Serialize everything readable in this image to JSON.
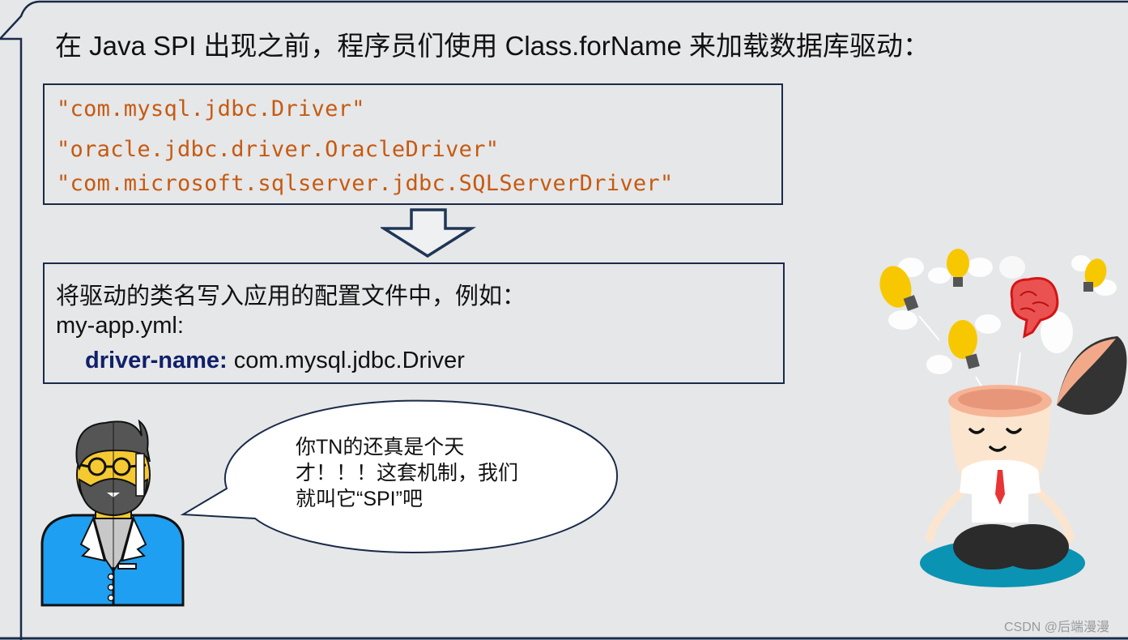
{
  "slide": {
    "title": "在 Java SPI 出现之前，程序员们使用 Class.forName 来加载数据库驱动：",
    "code_box": {
      "lines": [
        "\"com.mysql.jdbc.Driver\"",
        "\"oracle.jdbc.driver.OracleDriver\"",
        "\"com.microsoft.sqlserver.jdbc.SQLServerDriver\""
      ],
      "text_color": "#c65a12"
    },
    "arrow": "down-arrow-icon",
    "config_box": {
      "intro": "将驱动的类名写入应用的配置文件中，例如：",
      "filename": "my-app.yml:",
      "key": "driver-name:",
      "value": " com.mysql.jdbc.Driver",
      "key_color": "#10206a"
    },
    "speech_bubble": {
      "lines": [
        "你TN的还真是个天",
        "才！！！这套机制，我们",
        "就叫它“SPI”吧"
      ]
    },
    "illustrations": {
      "left": "bearded-man-with-glasses",
      "right": "meditating-man-open-head-lightbulbs-brain"
    },
    "watermark": "CSDN @后端漫漫"
  },
  "colors": {
    "background": "#e6e7e8",
    "border": "#1a2b4a",
    "jacket": "#1e9ff2",
    "bulb": "#f7c800",
    "brain": "#e82323",
    "mat": "#0b93b3"
  }
}
